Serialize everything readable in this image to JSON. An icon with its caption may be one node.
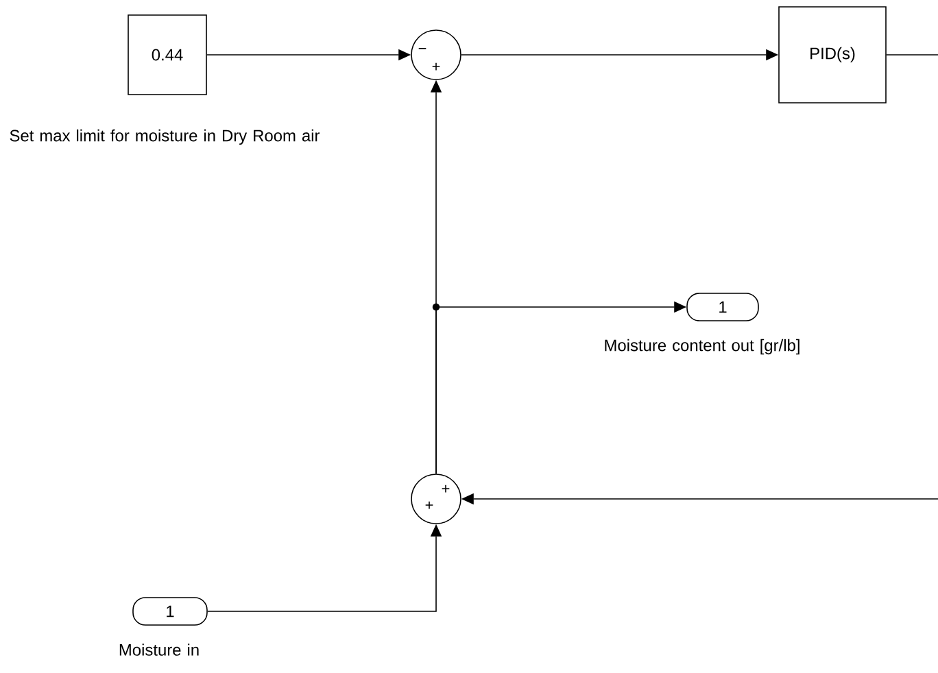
{
  "diagram": {
    "nodes": [
      {
        "text": [
          "0.44"
        ],
        "beside": [
          "Set max limit for moisture in Dry Room air"
        ]
      },
      {
        "text": [
          "−",
          "+"
        ]
      },
      {
        "text": [
          "PID(s)"
        ]
      },
      {
        "text": [
          "1"
        ],
        "beside": [
          "Moisture content out [gr/lb]"
        ]
      },
      {
        "text": [
          "+",
          "+"
        ]
      },
      {
        "text": [
          "1"
        ],
        "beside": [
          "Moisture in"
        ]
      }
    ],
    "edges": [
      {
        "from": 0,
        "to": 1,
        "arrow": "to"
      },
      {
        "from": 1,
        "to": 2,
        "arrow": "to"
      },
      {
        "from": 2,
        "to": null,
        "arrow": "none"
      },
      {
        "from": 4,
        "to": 1,
        "arrow": "to"
      },
      {
        "from": 4,
        "to": 3,
        "arrow": "to"
      },
      {
        "from": null,
        "to": 4,
        "arrow": "to"
      },
      {
        "from": 5,
        "to": 4,
        "arrow": "to"
      }
    ]
  }
}
